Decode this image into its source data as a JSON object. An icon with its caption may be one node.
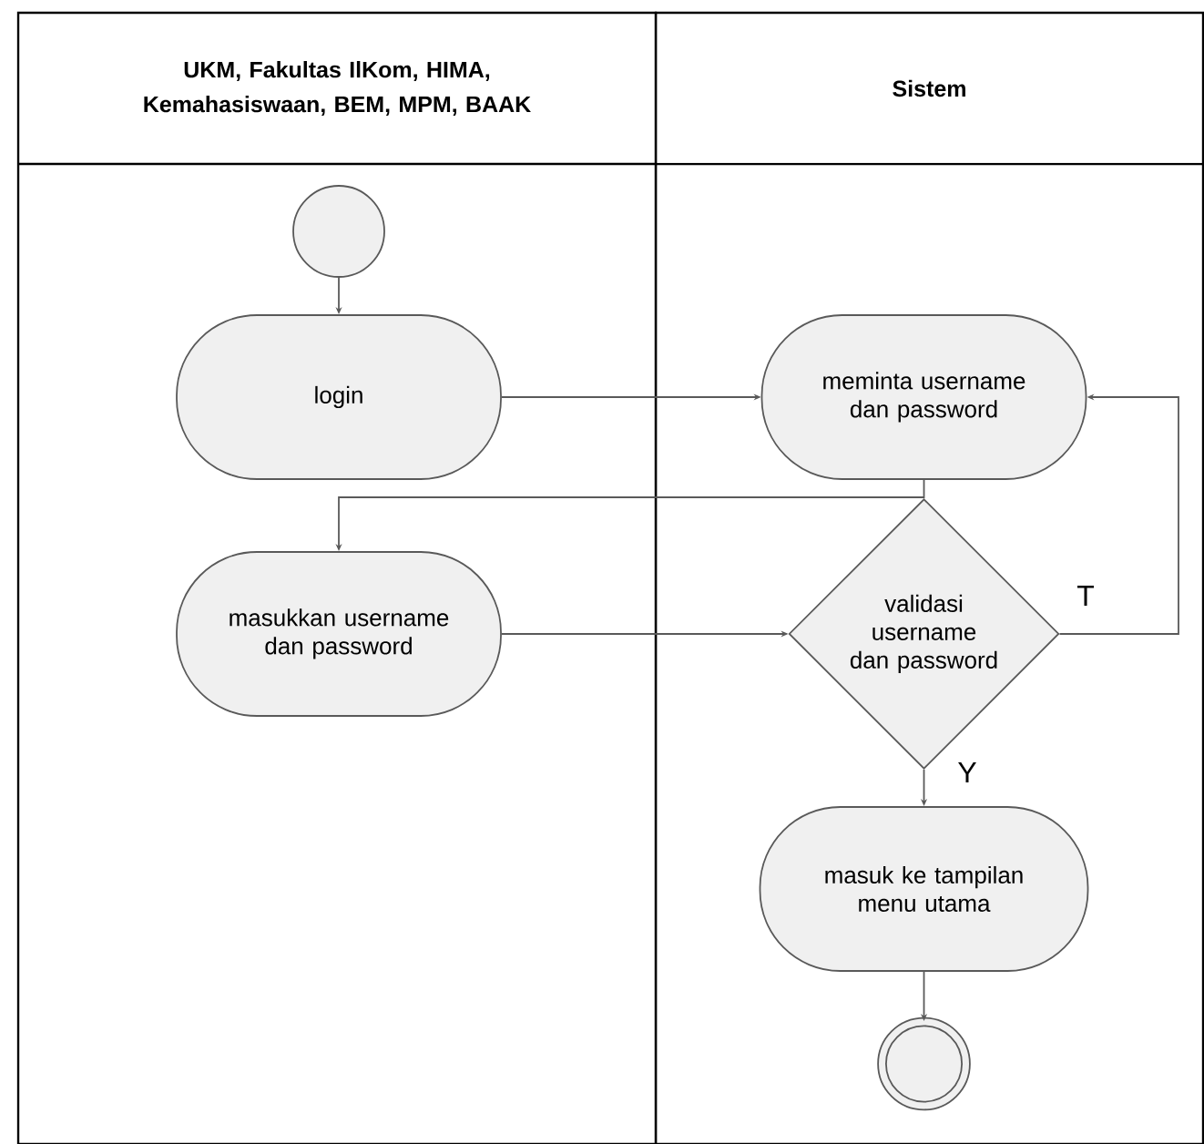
{
  "diagram": {
    "nodes": [
      {
        "text": [
          "UKM, Fakultas IlKom, HIMA, Kemahasiswaan, BEM, MPM, BAAK"
        ]
      },
      {
        "text": [
          "Sistem"
        ]
      },
      {
        "text": [],
        "shape": "circle",
        "in": 0
      },
      {
        "text": [
          "login"
        ],
        "in": 0
      },
      {
        "text": [
          "meminta username dan password"
        ],
        "in": 1
      },
      {
        "text": [
          "masukkan username dan password"
        ],
        "in": 0
      },
      {
        "text": [
          "validasi username dan password"
        ],
        "in": 1
      },
      {
        "text": [
          "masuk ke tampilan menu utama"
        ],
        "in": 1
      },
      {
        "text": [],
        "shape": "circle",
        "in": 1
      }
    ],
    "edges": [
      {
        "from": 2,
        "to": 3,
        "arrow": "to"
      },
      {
        "from": 3,
        "to": 4,
        "arrow": "to"
      },
      {
        "from": 4,
        "to": 5,
        "arrow": "to"
      },
      {
        "from": 5,
        "to": 6,
        "arrow": "to"
      },
      {
        "from": 6,
        "to": 4,
        "arrow": "to",
        "label": "T"
      },
      {
        "from": 6,
        "to": 7,
        "arrow": "to",
        "label": "Y"
      },
      {
        "from": 7,
        "to": 8,
        "arrow": "to"
      }
    ]
  }
}
